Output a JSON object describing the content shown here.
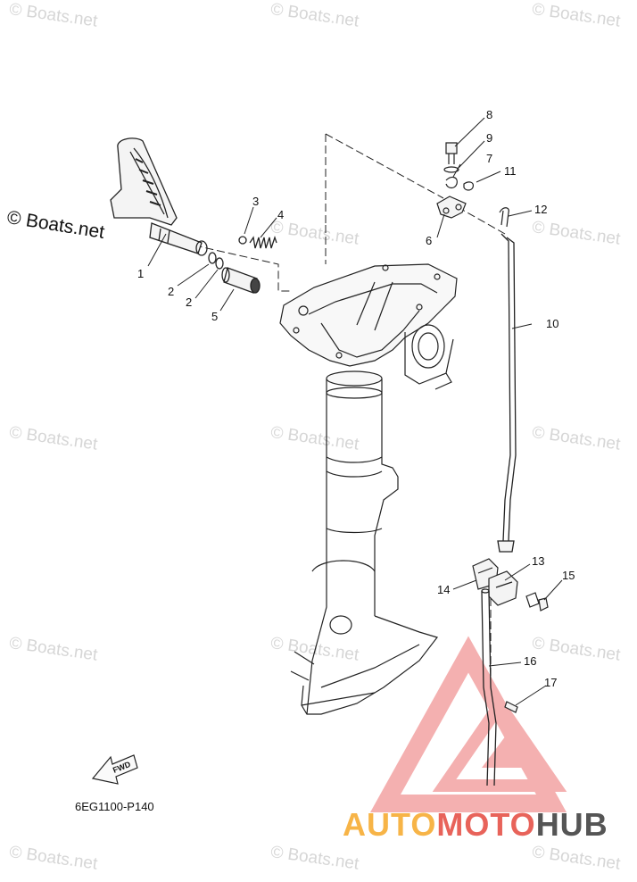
{
  "watermark": {
    "text": "© Boats.net",
    "main_text": "© Boats.net"
  },
  "diagram": {
    "code": "6EG1100-P140",
    "fwd_label": "FWD",
    "callouts": [
      "1",
      "2",
      "2",
      "3",
      "4",
      "5",
      "6",
      "7",
      "8",
      "9",
      "10",
      "11",
      "12",
      "13",
      "14",
      "15",
      "16",
      "17"
    ]
  },
  "logo": {
    "part1": "AUTO",
    "part2": "MOTO",
    "part3": "HUB",
    "colors": {
      "auto": "#f7b447",
      "moto": "#e8635a",
      "hub": "#555555"
    }
  }
}
